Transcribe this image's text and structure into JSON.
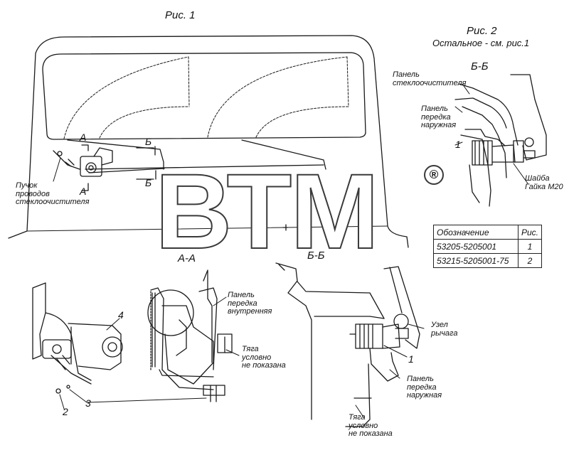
{
  "figures": {
    "fig1_title": "Рис. 1",
    "fig2_title": "Рис. 2",
    "fig2_note": "Остальное - см. рис.1"
  },
  "section_labels": {
    "aa": "А-А",
    "bb_main": "Б-Б",
    "bb_fig2": "Б-Б",
    "cut_a_top": "А",
    "cut_a_bottom": "А",
    "cut_b_top": "Б",
    "cut_b_bottom": "Б"
  },
  "callouts": {
    "wire_bundle": "Пучок\nпроводов\nстеклоочистителя",
    "wiper_panel": "Панель\nстеклоочистителя",
    "front_panel_outer_fig2": "Панель\nпередка\nнаружная",
    "washer_nut": "Шайба\nГайка М20",
    "front_panel_inner": "Панель\nпередка\nвнутренняя",
    "rod_aa": "Тяга\nусловно\nне показана",
    "lever_unit": "Узел\nрычага",
    "front_panel_outer_bb": "Панель\nпередка\nнаружная",
    "rod_bb": "Тяга\nусловно\nне показана"
  },
  "item_numbers": {
    "fig2_1": "1",
    "bb_1": "1",
    "aa_4": "4",
    "aa_2": "2",
    "aa_3": "3"
  },
  "spec_table": {
    "headers": [
      "Обозначение",
      "Рис."
    ],
    "rows": [
      [
        "53205-5205001",
        "1"
      ],
      [
        "53215-5205001-75",
        "2"
      ]
    ]
  },
  "watermark": "ВТМ",
  "watermark_mark": "®"
}
